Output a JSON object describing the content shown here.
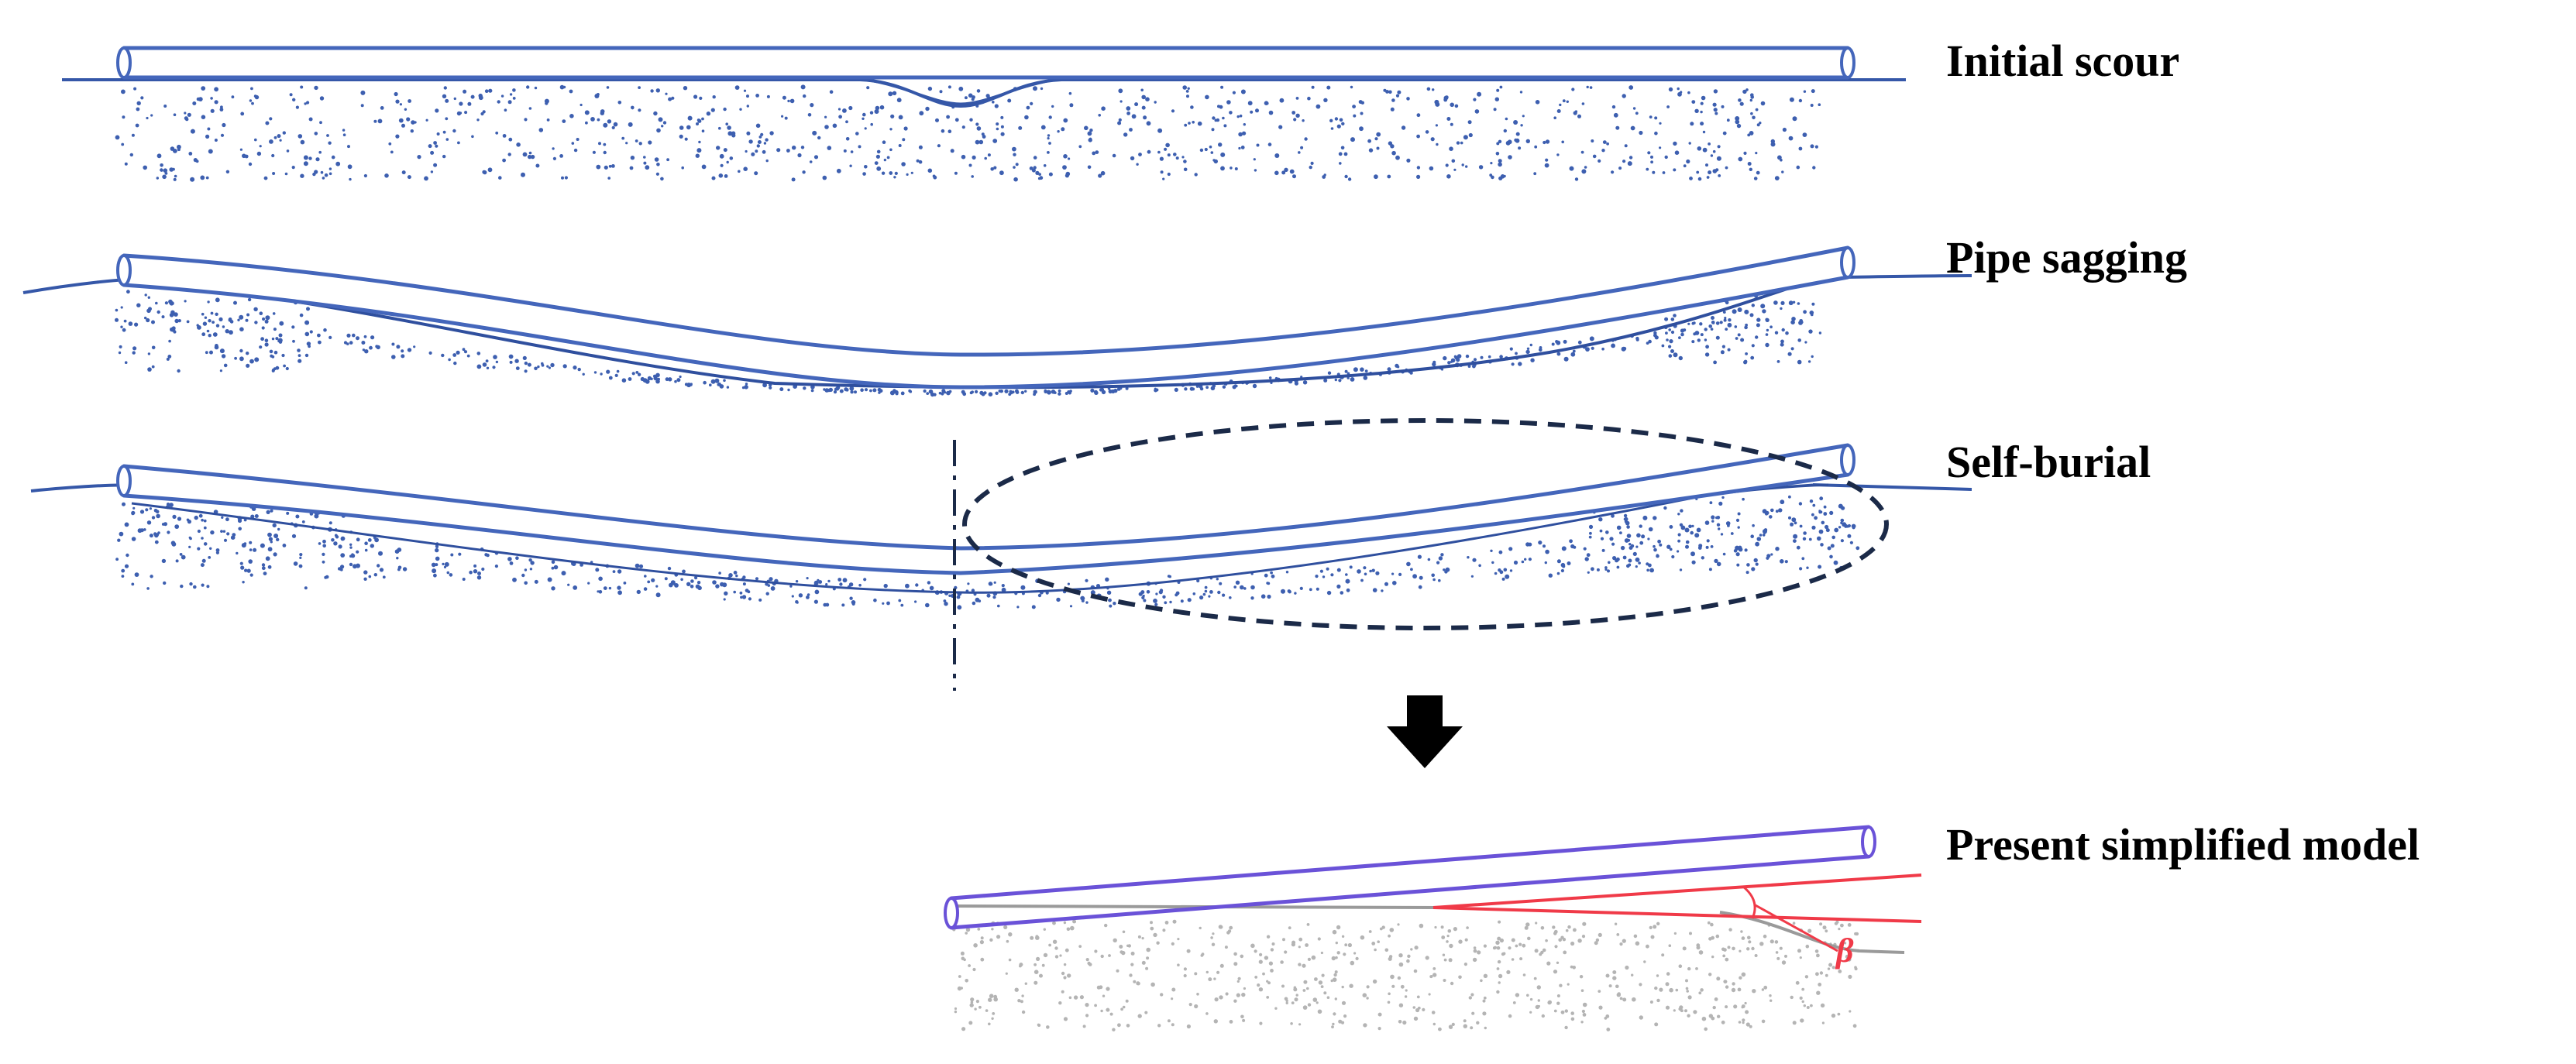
{
  "labels": {
    "initial_scour": "Initial scour",
    "pipe_sagging": "Pipe sagging",
    "self_burial": "Self-burial",
    "simplified_model": "Present simplified model",
    "angle": "β"
  },
  "colors": {
    "pipe_blue": "#4466bb",
    "seabed_blue": "#3557a8",
    "model_pipe": "#6a52d8",
    "model_red": "#f03a48",
    "model_grey": "#9a9a9a",
    "dots_blue": "#3d5fb0",
    "dots_grey": "#b4b4b4",
    "marker_dark": "#1b2a48",
    "arrow": "#000000"
  }
}
